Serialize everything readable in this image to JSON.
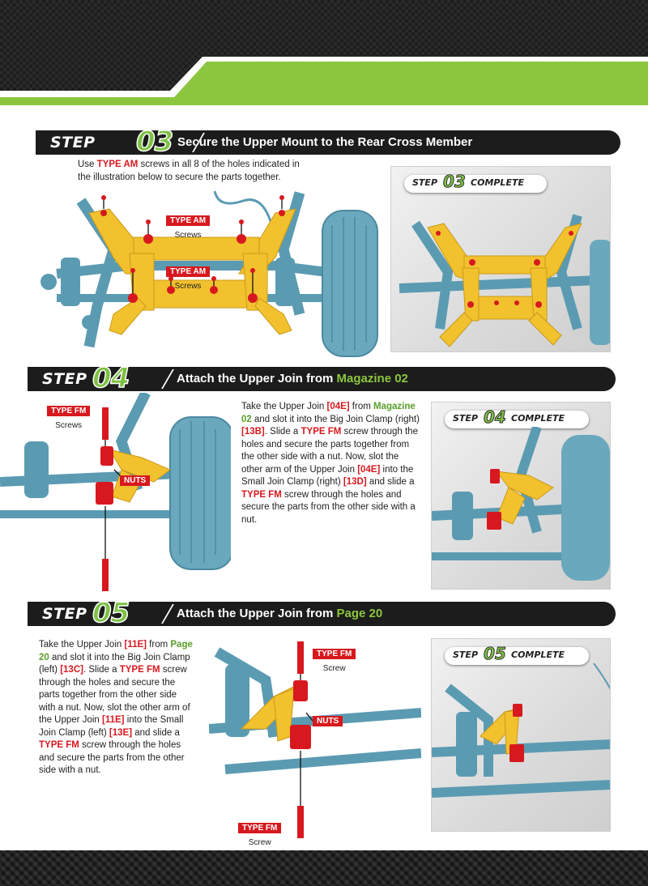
{
  "colors": {
    "accent_green": "#8cc63f",
    "accent_red": "#d7191f",
    "part_blue": "#5b9bb2",
    "part_yellow": "#f2c12e",
    "bar_dark": "#1c1c1c"
  },
  "step03": {
    "step_word": "STEP",
    "step_number": "03",
    "title": "Secure the Upper Mount to the Rear Cross Member",
    "body": {
      "p1": "Use ",
      "type": "TYPE AM",
      "p2": " screws in all 8 of the holes indicated in the illustration below to secure the parts together."
    },
    "labels": [
      {
        "tag": "TYPE AM",
        "sub": "Screws"
      },
      {
        "tag": "TYPE AM",
        "sub": "Screws"
      }
    ],
    "complete": {
      "step_word": "STEP",
      "number": "03",
      "complete_word": "COMPLETE"
    }
  },
  "step04": {
    "step_word": "STEP",
    "step_number": "04",
    "title_main": "Attach the Upper Join from ",
    "title_hl": "Magazine 02",
    "label_screw": {
      "tag": "TYPE FM",
      "sub": "Screws"
    },
    "label_nuts": "NUTS",
    "body": {
      "t1": "Take the Upper Join ",
      "r1": "[04E]",
      "t2": " from ",
      "g1": "Magazine 02",
      "t3": " and slot it into the Big Join Clamp (right) ",
      "r2": "[13B]",
      "t4": ". Slide a ",
      "r3": "TYPE FM",
      "t5": " screw through the holes and secure the parts together from the other side with a nut. Now, slot the other arm of the Upper Join ",
      "r4": "[04E]",
      "t6": " into the Small Join Clamp (right) ",
      "r5": "[13D]",
      "t7": " and slide a ",
      "r6": "TYPE FM",
      "t8": " screw through the holes and secure the parts from the other side with a nut."
    },
    "complete": {
      "step_word": "STEP",
      "number": "04",
      "complete_word": "COMPLETE"
    }
  },
  "step05": {
    "step_word": "STEP",
    "step_number": "05",
    "title_main": "Attach the Upper Join from ",
    "title_hl": "Page 20",
    "label_screw_top": {
      "tag": "TYPE FM",
      "sub": "Screw"
    },
    "label_nuts": "NUTS",
    "label_screw_bottom": {
      "tag": "TYPE FM",
      "sub": "Screw"
    },
    "body": {
      "t1": "Take the Upper Join ",
      "r1": "[11E]",
      "t2": " from ",
      "g1": "Page 20",
      "t3": " and slot it into the Big Join Clamp (left) ",
      "r2": "[13C]",
      "t4": ". Slide a ",
      "r3": "TYPE FM",
      "t5": " screw through the holes and secure the parts together from the other side with a nut. Now, slot the other arm of the Upper Join ",
      "r4": "[11E]",
      "t6": " into the Small Join Clamp (left) ",
      "r5": "[13E]",
      "t7": " and slide a ",
      "r6": "TYPE FM",
      "t8": " screw through the holes and secure the parts from the other side with a nut."
    },
    "complete": {
      "step_word": "STEP",
      "number": "05",
      "complete_word": "COMPLETE"
    }
  }
}
